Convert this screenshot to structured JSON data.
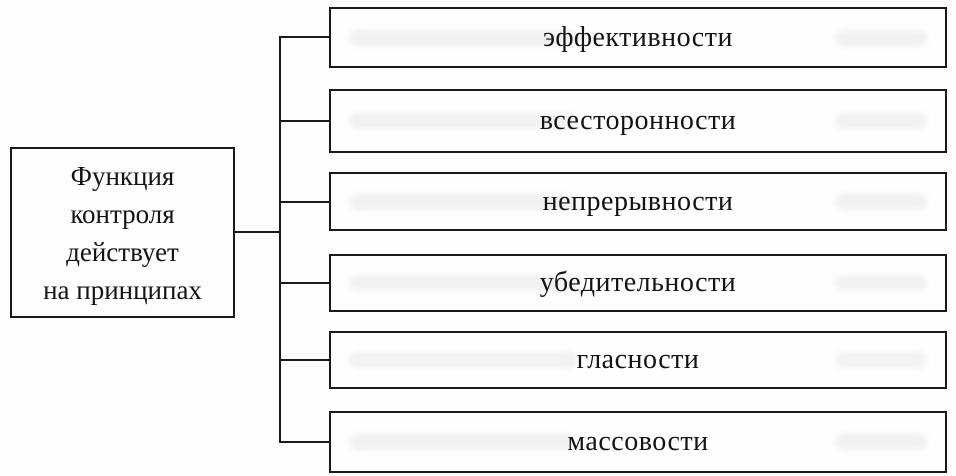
{
  "diagram": {
    "root": {
      "label": "Функция\nконтроля\nдействует\nна принципах"
    },
    "principles": [
      {
        "label": "эффективности"
      },
      {
        "label": "всесторонности"
      },
      {
        "label": "непрерывности"
      },
      {
        "label": "убедительности"
      },
      {
        "label": "гласности"
      },
      {
        "label": "массовости"
      }
    ],
    "colors": {
      "line": "#1a1a1a",
      "box_border": "#1a1a1a",
      "background": "#ffffff",
      "text": "#141414"
    }
  }
}
